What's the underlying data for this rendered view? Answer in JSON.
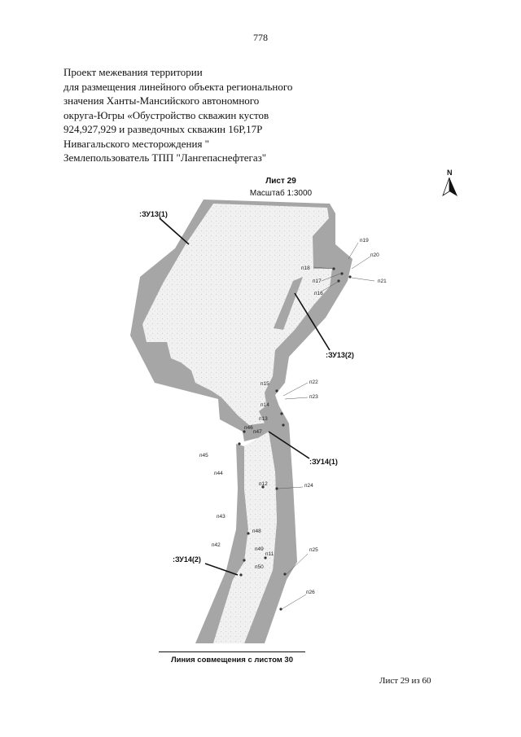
{
  "page_number": "778",
  "header_lines": [
    "Проект межевания территории",
    "для размещения линейного объекта регионального",
    "значения Ханты-Мансийского автономного",
    "округа-Югры «Обустройство скважин кустов",
    "924,927,929 и разведочных скважин 16Р,17Р",
    "Нивагальского месторождения \"",
    "Землепользователь ТПП \"Лангепаснефтегаз\""
  ],
  "sheet": {
    "title": "Лист 29",
    "scale": "Масштаб 1:3000",
    "north_label": "N"
  },
  "zones": {
    "zu13_1": ":ЗУ13(1)",
    "zu13_2": ":ЗУ13(2)",
    "zu14_1": ":ЗУ14(1)",
    "zu14_2": ":ЗУ14(2)"
  },
  "points": [
    "п19",
    "п20",
    "п18",
    "п17",
    "п21",
    "п16",
    "п15",
    "п22",
    "п23",
    "п14",
    "п13",
    "п46",
    "п47",
    "п45",
    "п44",
    "п12",
    "п24",
    "п43",
    "п48",
    "п42",
    "п49",
    "п11",
    "п25",
    "п50",
    "п26"
  ],
  "combine_line_label": "Линия совмещения с листом 30",
  "footer": "Лист 29 из 60",
  "colors": {
    "boundary_fill": "#a6a6a6",
    "inner_fill": "#ececec",
    "text": "#111111"
  }
}
